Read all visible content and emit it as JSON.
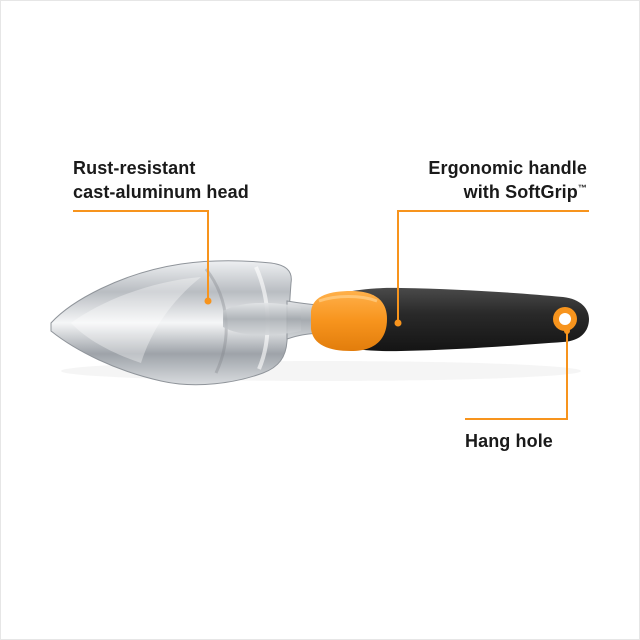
{
  "callouts": {
    "head": {
      "line1": "Rust-resistant",
      "line2": "cast-aluminum head"
    },
    "grip": {
      "line1": "Ergonomic handle",
      "line2": "with SoftGrip",
      "mark": "™"
    },
    "hole": {
      "line1": "Hang hole"
    }
  },
  "colors": {
    "accent": "#f7941d",
    "handle": "#2b2b2b",
    "metal": "#c9ccd0",
    "text": "#1a1a1a"
  },
  "icons": [
    "trowel-illustration"
  ]
}
